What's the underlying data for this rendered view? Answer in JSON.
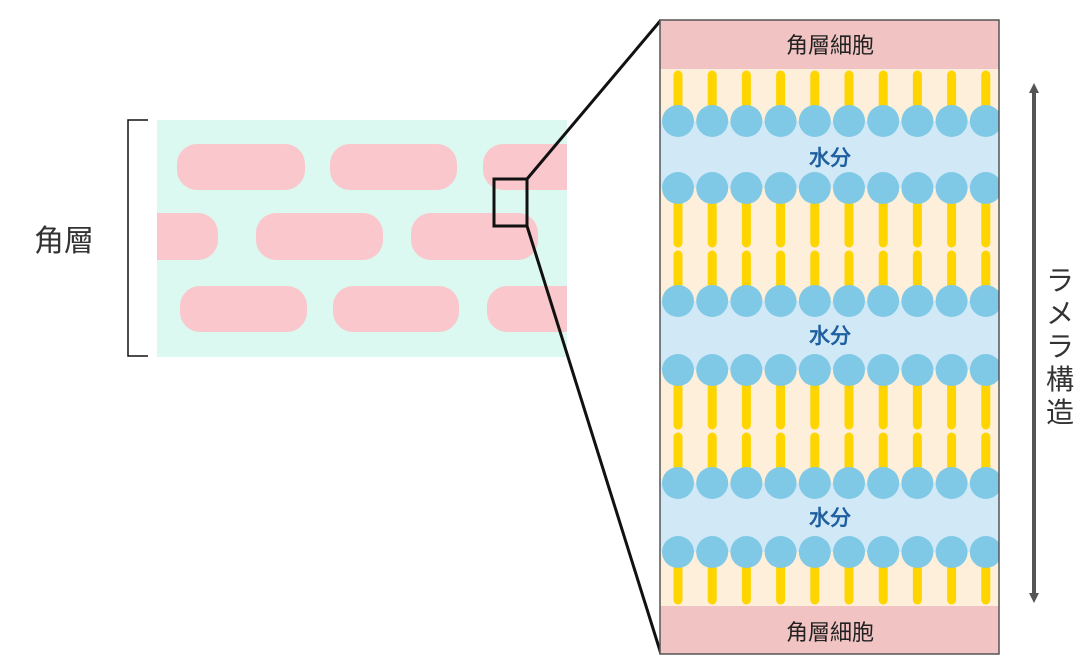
{
  "labels": {
    "stratum_corneum": "角層",
    "corneocyte_top": "角層細胞",
    "corneocyte_bottom": "角層細胞",
    "water": [
      "水分",
      "水分",
      "水分"
    ],
    "lamellar": [
      "ラ",
      "メ",
      "ラ",
      "構",
      "造"
    ]
  },
  "colors": {
    "tissue_bg": "#dcf9f1",
    "cell": "#f9c7cc",
    "corneocyte_band": "#f1c3c3",
    "lipid_bg": "#fdefd9",
    "lipid_tail": "#ffd500",
    "lipid_head": "#80c9e6",
    "water_band": "#d1e9f6",
    "water_text": "#1f5fa0",
    "arrow": "#555555",
    "outline": "#111111",
    "text": "#333333"
  }
}
